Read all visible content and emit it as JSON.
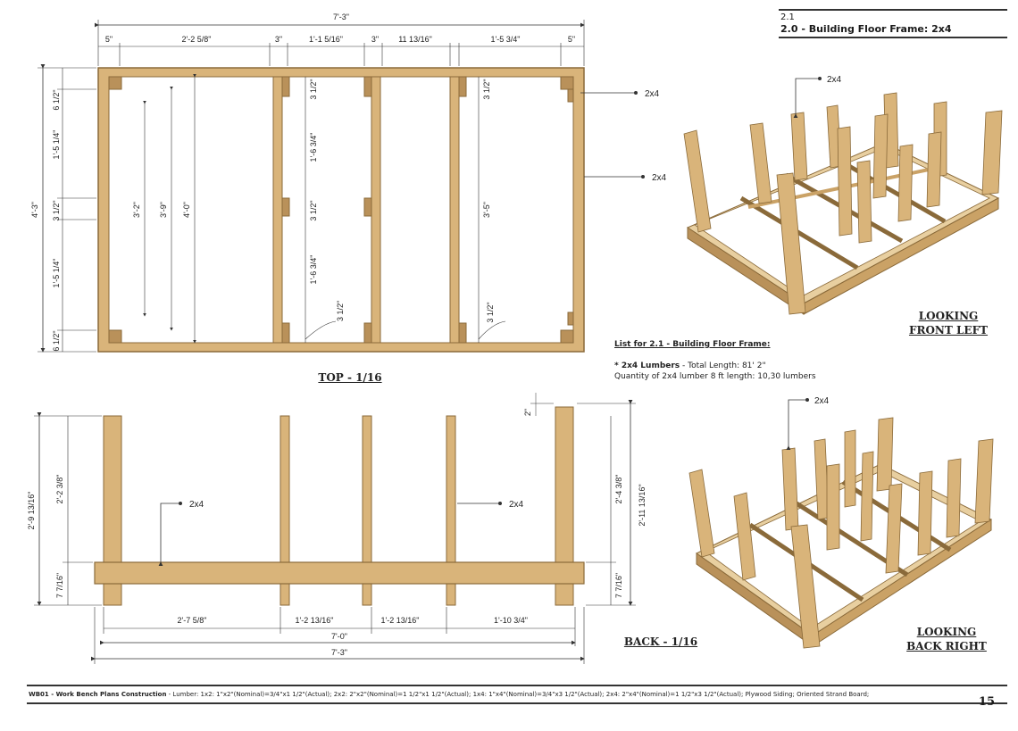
{
  "header": {
    "section": "2.1",
    "title": "2.0 - Building Floor Frame: 2x4"
  },
  "top_view": {
    "label": "TOP - 1/16",
    "overall_width": "7'-3\"",
    "top_dims": [
      "5\"",
      "2'-2 5/8\"",
      "3\"",
      "1'-1 5/16\"",
      "3\"",
      "11 13/16\"",
      "1'-5 3/4\"",
      "5\""
    ],
    "left_side": "4'-3\"",
    "left_segments": [
      "6 1/2\"",
      "1'-5 1/4\"",
      "3 1/2\"",
      "1'-5 1/4\"",
      "6 1/2\""
    ],
    "inner_dims": [
      "3'-2\"",
      "3'-9\"",
      "4'-0\""
    ],
    "mid_dims": [
      "3 1/2\"",
      "1'-6 3/4\"",
      "3 1/2\"",
      "1'-6 3/4\"",
      "3 1/2\""
    ],
    "right_dims": [
      "3 1/2\"",
      "3'-5\"",
      "3 1/2\""
    ],
    "callouts": [
      "2x4",
      "2x4"
    ]
  },
  "back_view": {
    "label": "BACK - 1/16",
    "left_dims": [
      "2'-9 13/16\"",
      "2'-2 3/8\"",
      "7 7/16\""
    ],
    "right_dims": [
      "2'-11 13/16\"",
      "2'-4 3/8\"",
      "7 7/16\"",
      "2\""
    ],
    "bottom_dims": [
      "2'-7 5/8\"",
      "1'-2 13/16\"",
      "1'-2 13/16\"",
      "1'-10 3/4\""
    ],
    "inner_total": "7'-0\"",
    "overall": "7'-3\"",
    "callouts": [
      "2x4",
      "2x4"
    ]
  },
  "iso_views": [
    {
      "label_line1": "LOOKING",
      "label_line2": "FRONT LEFT",
      "callout": "2x4"
    },
    {
      "label_line1": "LOOKING",
      "label_line2": "BACK RIGHT",
      "callout": "2x4"
    }
  ],
  "lumber_list": {
    "title": "List for 2.1 - Building Floor Frame:",
    "line1_bold": "* 2x4 Lumbers",
    "line1_rest": " - Total Length: 81' 2\"",
    "line2": "Quantity of 2x4 lumber 8 ft length: 10,30 lumbers"
  },
  "footer": {
    "text_bold": "WB01 - Work Bench Plans Construction",
    "text": " - Lumber: 1x2: 1\"x2\"(Nominal)=3/4\"x1 1/2\"(Actual); 2x2: 2\"x2\"(Nominal)=1 1/2\"x1 1/2\"(Actual); 1x4: 1\"x4\"(Nominal)=3/4\"x3 1/2\"(Actual); 2x4: 2\"x4\"(Nominal)=1 1/2\"x3 1/2\"(Actual); Plywood Siding; Oriented Strand Board;",
    "page": "15"
  },
  "colors": {
    "wood": "#d9b47a",
    "wood_edge": "#8a6a3a",
    "wood_dark": "#b9915a",
    "line": "#333333"
  }
}
